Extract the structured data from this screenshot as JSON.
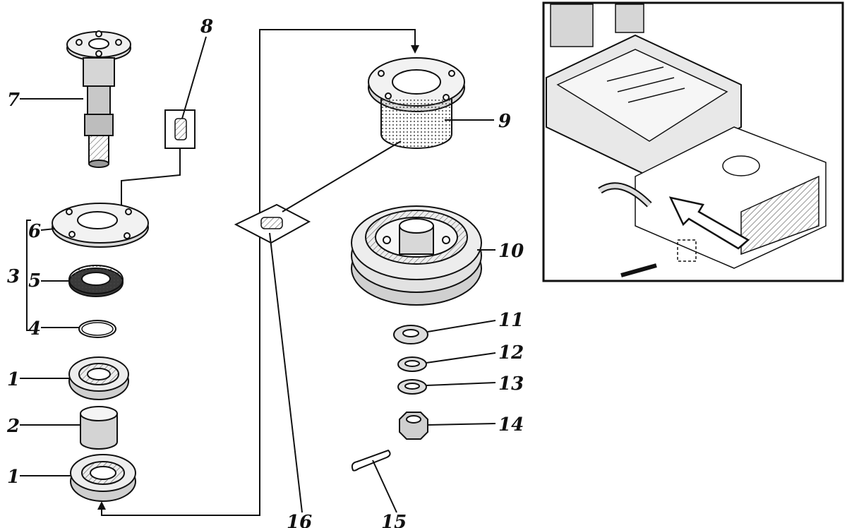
{
  "labels": {
    "p1a": "1",
    "p1b": "1",
    "p2": "2",
    "p3": "3",
    "p4": "4",
    "p5": "5",
    "p6": "6",
    "p7": "7",
    "p8": "8",
    "p9": "9",
    "p10": "10",
    "p11": "11",
    "p12": "12",
    "p13": "13",
    "p14": "14",
    "p15": "15",
    "p16": "16"
  },
  "colors": {
    "ink": "#111111",
    "shade": "#8a8a8a",
    "fill": "#e6e6e6",
    "paper": "#ffffff"
  }
}
